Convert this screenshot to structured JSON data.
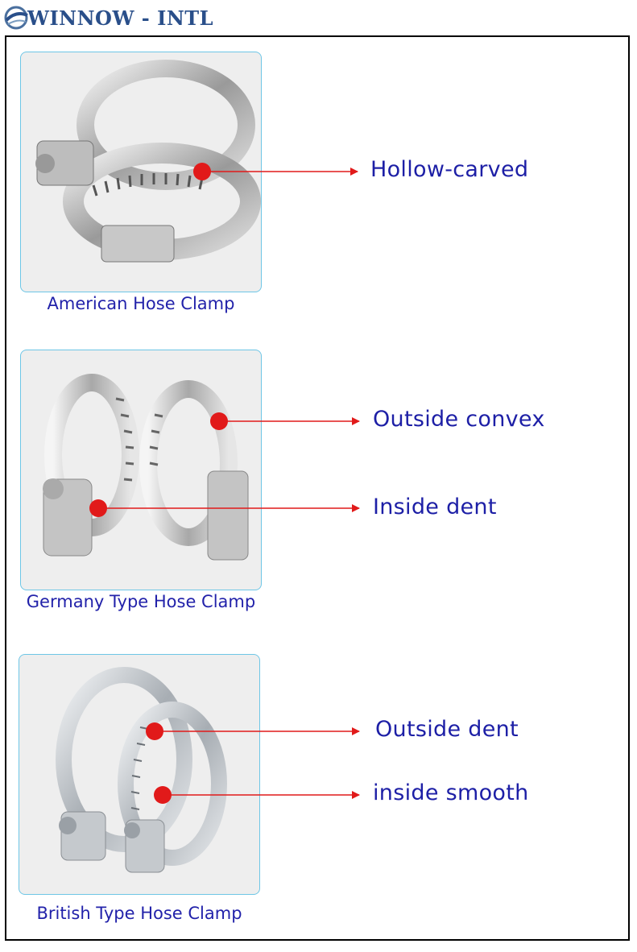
{
  "brand": {
    "name": "WINNOW - INTL",
    "color": "#2a4f8a"
  },
  "colors": {
    "accent": "#e11a1a",
    "callout_text": "#1d1fa6",
    "card_border": "#6ec6e6"
  },
  "sections": [
    {
      "caption": "American Hose Clamp",
      "callouts": [
        "Hollow-carved"
      ]
    },
    {
      "caption": "Germany Type Hose Clamp",
      "callouts": [
        "Outside convex",
        "Inside dent"
      ]
    },
    {
      "caption": "British Type Hose Clamp",
      "callouts": [
        "Outside dent",
        "inside smooth"
      ]
    }
  ]
}
